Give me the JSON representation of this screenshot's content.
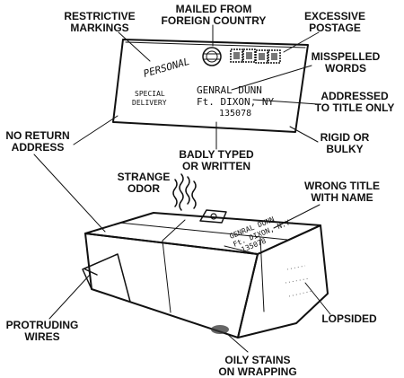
{
  "labels": {
    "mailed_from_foreign_country": [
      "MAILED FROM",
      "FOREIGN COUNTRY"
    ],
    "restrictive_markings": [
      "RESTRICTIVE",
      "MARKINGS"
    ],
    "excessive_postage": [
      "EXCESSIVE",
      "POSTAGE"
    ],
    "misspelled_words": [
      "MISSPELLED",
      "WORDS"
    ],
    "addressed_to_title_only": [
      "ADDRESSED",
      "TO TITLE ONLY"
    ],
    "no_return_address": [
      "NO RETURN",
      "ADDRESS"
    ],
    "rigid_or_bulky": [
      "RIGID OR",
      "BULKY"
    ],
    "badly_typed_or_written": [
      "BADLY TYPED",
      "OR WRITTEN"
    ],
    "strange_odor": [
      "STRANGE",
      "ODOR"
    ],
    "wrong_title_with_name": [
      "WRONG TITLE",
      "WITH NAME"
    ],
    "protruding_wires": [
      "PROTRUDING",
      "WIRES"
    ],
    "lopsided": [
      "LOPSIDED"
    ],
    "oily_stains_on_wrapping": [
      "OILY STAINS",
      "ON WRAPPING"
    ]
  },
  "envelope": {
    "marking": "PERSONAL",
    "special_delivery": [
      "SPECIAL",
      "DELIVERY"
    ],
    "address": [
      "GENRAL DUNN",
      "Ft. DIXON, NY",
      "135078"
    ]
  },
  "package": {
    "address": [
      "GENRAL DUNN",
      "Ft. DIXON, N.Y.",
      "135078"
    ]
  }
}
